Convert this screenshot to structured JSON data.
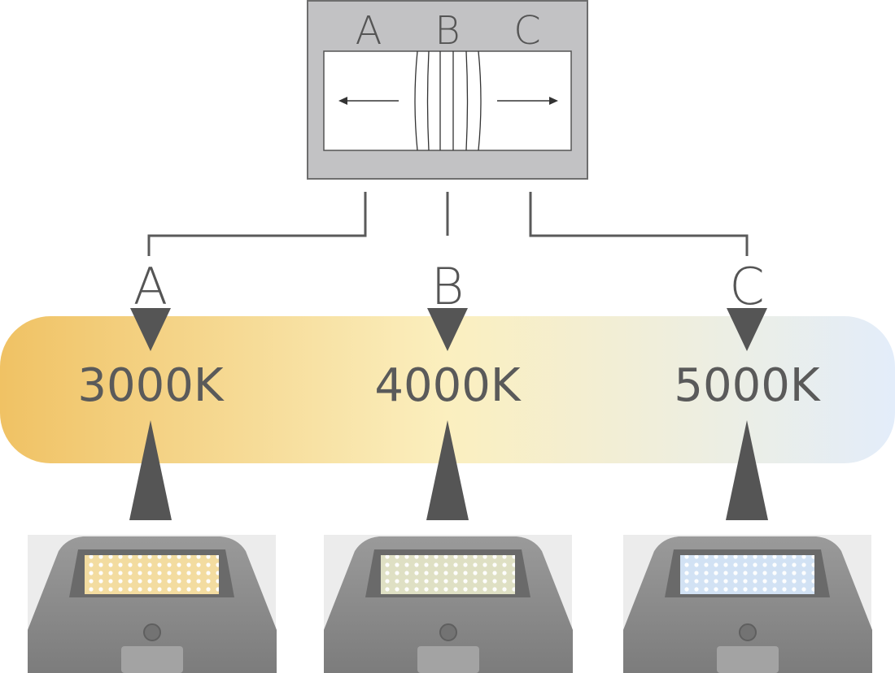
{
  "switch": {
    "positions": [
      "A",
      "B",
      "C"
    ]
  },
  "outputs": [
    {
      "letter": "A",
      "temperature": "3000K",
      "led_tint": "#f3dca0"
    },
    {
      "letter": "B",
      "temperature": "4000K",
      "led_tint": "#dfe0c4"
    },
    {
      "letter": "C",
      "temperature": "5000K",
      "led_tint": "#d2e2f4"
    }
  ],
  "colors": {
    "gradient_warm": "#f0c264",
    "gradient_mid": "#fbefbf",
    "gradient_cool": "#e3edfa",
    "switch_frame": "#c2c2c4",
    "connector": "#5a5a5a",
    "arrow": "#555555",
    "fixture_body": "#8b8b8b"
  }
}
